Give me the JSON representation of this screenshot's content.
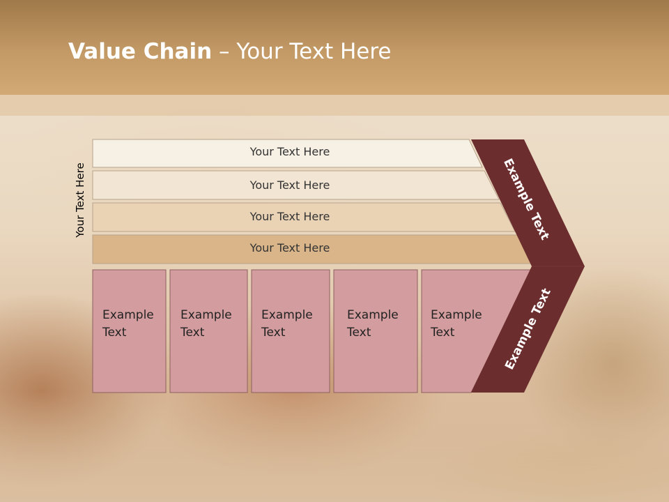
{
  "slide": {
    "title_bold": "Value Chain",
    "title_rest": " – Your Text Here",
    "side_label": "Your Text Here"
  },
  "rows": [
    {
      "label": "Your Text Here",
      "fill": "#f7f0e4"
    },
    {
      "label": "Your Text Here",
      "fill": "#f2e5d3"
    },
    {
      "label": "Your Text Here",
      "fill": "#ead3b5"
    },
    {
      "label": "Your Text Here",
      "fill": "#d9b589"
    }
  ],
  "columns": [
    {
      "line1": "Example",
      "line2": "Text"
    },
    {
      "line1": "Example",
      "line2": "Text"
    },
    {
      "line1": "Example",
      "line2": "Text"
    },
    {
      "line1": "Example",
      "line2": "Text"
    },
    {
      "line1": "Example",
      "line2": "Text"
    }
  ],
  "arrow": {
    "upper_label": "Example Text",
    "lower_label": "Example Text",
    "fill": "#6b2d2d"
  },
  "colors": {
    "column_fill": "#d39c9e",
    "title_band": "#c39a66"
  }
}
